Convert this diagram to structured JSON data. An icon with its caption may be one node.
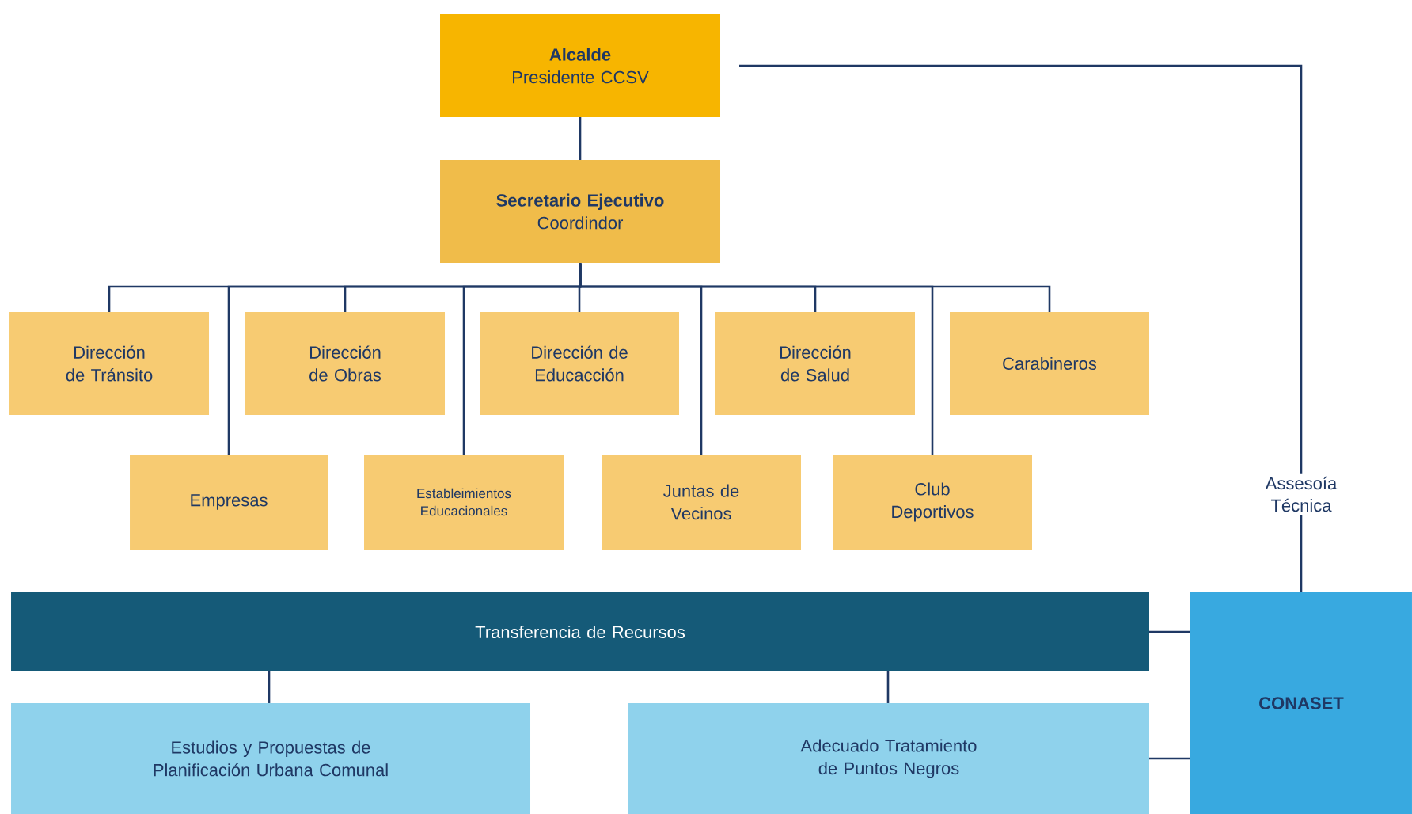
{
  "diagram": {
    "nodes": [
      {
        "text": [
          "Alcalde",
          "Presidente CCSV"
        ]
      },
      {
        "text": [
          "Secretario Ejecutivo",
          "Coordindor"
        ]
      },
      {
        "text": [
          "Dirección de Tránsito"
        ]
      },
      {
        "text": [
          "Dirección de Obras"
        ]
      },
      {
        "text": [
          "Dirección de Educacción"
        ]
      },
      {
        "text": [
          "Dirección de Salud"
        ]
      },
      {
        "text": [
          "Carabineros"
        ]
      },
      {
        "text": [
          "Empresas"
        ]
      },
      {
        "text": [
          "Estableimientos Educacionales"
        ]
      },
      {
        "text": [
          "Juntas de Vecinos"
        ]
      },
      {
        "text": [
          "Club Deportivos"
        ]
      },
      {
        "text": [
          "Transferencia de Recursos"
        ]
      },
      {
        "text": [
          "Estudios y Propuestas de Planificación Urbana Comunal"
        ]
      },
      {
        "text": [
          "Adecuado Tratamiento de Puntos Negros"
        ]
      },
      {
        "text": [
          "CONASET"
        ]
      }
    ],
    "edges": [
      {
        "from": 0,
        "to": 1,
        "arrow": "none"
      },
      {
        "from": 1,
        "to": 2,
        "arrow": "none"
      },
      {
        "from": 1,
        "to": 3,
        "arrow": "none"
      },
      {
        "from": 1,
        "to": 4,
        "arrow": "none"
      },
      {
        "from": 1,
        "to": 5,
        "arrow": "none"
      },
      {
        "from": 1,
        "to": 6,
        "arrow": "none"
      },
      {
        "from": 1,
        "to": 7,
        "arrow": "none"
      },
      {
        "from": 1,
        "to": 8,
        "arrow": "none"
      },
      {
        "from": 1,
        "to": 9,
        "arrow": "none"
      },
      {
        "from": 1,
        "to": 10,
        "arrow": "none"
      },
      {
        "from": 0,
        "to": 14,
        "arrow": "none",
        "label": "Assesoía Técnica"
      },
      {
        "from": 11,
        "to": 12,
        "arrow": "none"
      },
      {
        "from": 11,
        "to": 13,
        "arrow": "none"
      },
      {
        "from": 11,
        "to": 14,
        "arrow": "none"
      },
      {
        "from": 13,
        "to": 14,
        "arrow": "none"
      }
    ]
  }
}
